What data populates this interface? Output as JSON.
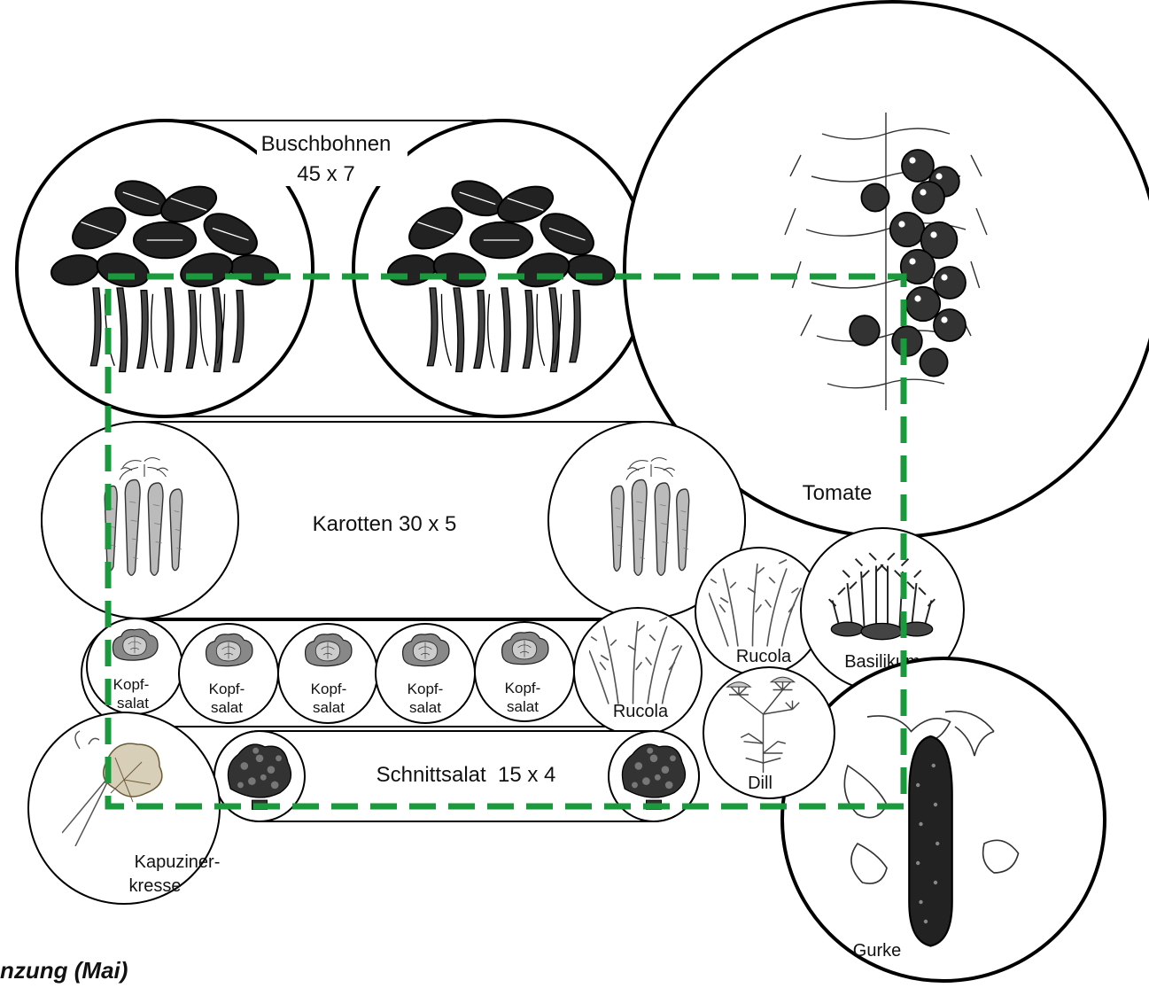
{
  "title": "nzung (Mai)",
  "border_color": "#1a9a3c",
  "plants": {
    "buschbohnen": {
      "line1": "Buschbohnen",
      "line2": "45 x 7"
    },
    "karotten": {
      "label": "Karotten 30 x 5"
    },
    "tomate": {
      "label": "Tomate"
    },
    "basilikum": {
      "label": "Basilikum"
    },
    "gurke": {
      "label": "Gurke"
    },
    "dill": {
      "label": "Dill"
    },
    "rucola_1": {
      "label": "Rucola"
    },
    "rucola_2": {
      "label": "Rucola"
    },
    "schnittsalat": {
      "label": "Schnittsalat  15 x 4"
    },
    "kapuzinerkresse": {
      "line1": "Kapuziner-",
      "line2": "kresse"
    },
    "kopfsalat": [
      {
        "line1": "Kopf-",
        "line2": "salat"
      },
      {
        "line1": "Kopf-",
        "line2": "salat"
      },
      {
        "line1": "Kopf-",
        "line2": "salat"
      },
      {
        "line1": "Kopf-",
        "line2": "salat"
      },
      {
        "line1": "Kopf-",
        "line2": "salat"
      }
    ]
  },
  "icons": {
    "bean": "bean-plant-illustration",
    "carrot": "carrot-illustration",
    "tomato": "tomato-plant-illustration",
    "lettuce": "lettuce-head-illustration",
    "arugula": "arugula-illustration",
    "basil": "basil-illustration",
    "dill": "dill-illustration",
    "cucumber": "cucumber-illustration",
    "nasturtium": "nasturtium-illustration",
    "cut_lettuce": "cut-lettuce-illustration"
  }
}
